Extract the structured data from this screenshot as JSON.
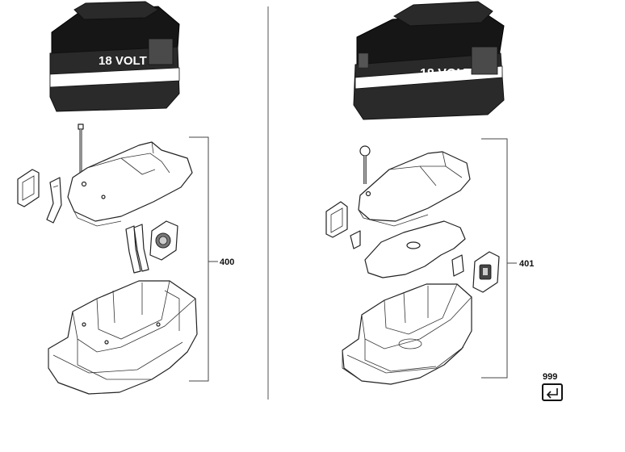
{
  "diagram": {
    "left_assembly": {
      "battery_label": "18 VOLT",
      "callout": "400"
    },
    "right_assembly": {
      "battery_label": "18 VOLT",
      "callout": "401"
    },
    "extra_part": {
      "callout": "999",
      "icon": "return-arrow-icon"
    },
    "colors": {
      "battery_body": "#2a2a2a",
      "battery_band": "#ffffff",
      "line_art": "#222222"
    }
  }
}
